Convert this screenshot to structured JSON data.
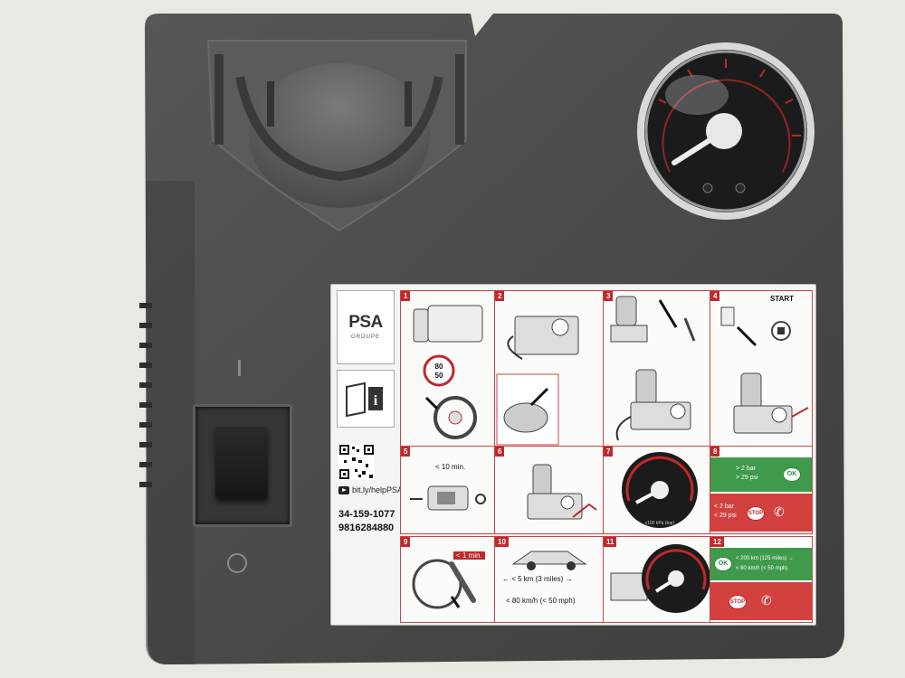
{
  "label": {
    "brand": "PSA",
    "brand_sub": "GROUPE",
    "info_icon": "book-info-icon",
    "help_link": "bit.ly/helpPSA",
    "ref_number_1": "34-159-1077",
    "ref_number_2": "9816284880",
    "start": "START",
    "speed_badge_top": "80",
    "speed_badge_bottom": "50",
    "steps": [
      {
        "num": "1"
      },
      {
        "num": "2"
      },
      {
        "num": "3"
      },
      {
        "num": "4"
      },
      {
        "num": "5"
      },
      {
        "num": "6"
      },
      {
        "num": "7"
      },
      {
        "num": "8"
      },
      {
        "num": "9"
      },
      {
        "num": "10"
      },
      {
        "num": "11"
      },
      {
        "num": "12"
      }
    ],
    "step5_time": "< 10 min.",
    "step8_ok_line1": "> 2 bar",
    "step8_ok_line2": "> 29 psi",
    "step8_stop_line1": "< 2 bar",
    "step8_stop_line2": "< 29 psi",
    "step9_time": "< 1 min.",
    "step10_distance": "← < 5 km (3 miles) →",
    "step10_speed": "< 80 km/h (< 50 mph)",
    "step12_distance": "< 200 km (125 miles) →",
    "step12_speed": "< 80 km/h (< 50 mph)",
    "ok_badge": "OK",
    "stop_badge": "STOP",
    "gauge_unit": "x100 kPa (bar)"
  },
  "colors": {
    "device_body": "#4a4a48",
    "label_red": "#c0282b",
    "ok_green": "#3f9a4b",
    "stop_red": "#d2403f"
  }
}
